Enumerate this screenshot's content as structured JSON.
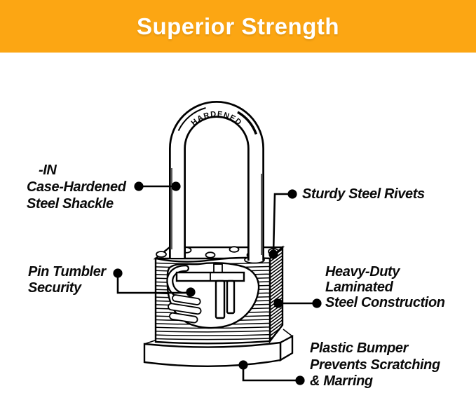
{
  "banner": {
    "title": "Superior Strength",
    "bg_color": "#FCA613",
    "text_color": "#FFFFFF"
  },
  "padlock": {
    "engraving": "HARDENED",
    "outline_color": "#000000",
    "fill_color": "#FFFFFF"
  },
  "callouts": {
    "text_color": "#0A0A0A",
    "shackle": {
      "lines": [
        "-IN",
        "Case-Hardened",
        "Steel Shackle"
      ]
    },
    "rivets": {
      "lines": [
        "Sturdy Steel Rivets"
      ]
    },
    "pin_tumbler": {
      "lines": [
        "Pin Tumbler",
        "Security"
      ]
    },
    "laminated": {
      "lines": [
        "Heavy-Duty",
        "Laminated",
        "Steel Construction"
      ]
    },
    "bumper": {
      "lines": [
        "Plastic Bumper",
        "Prevents Scratching",
        "& Marring"
      ]
    }
  }
}
